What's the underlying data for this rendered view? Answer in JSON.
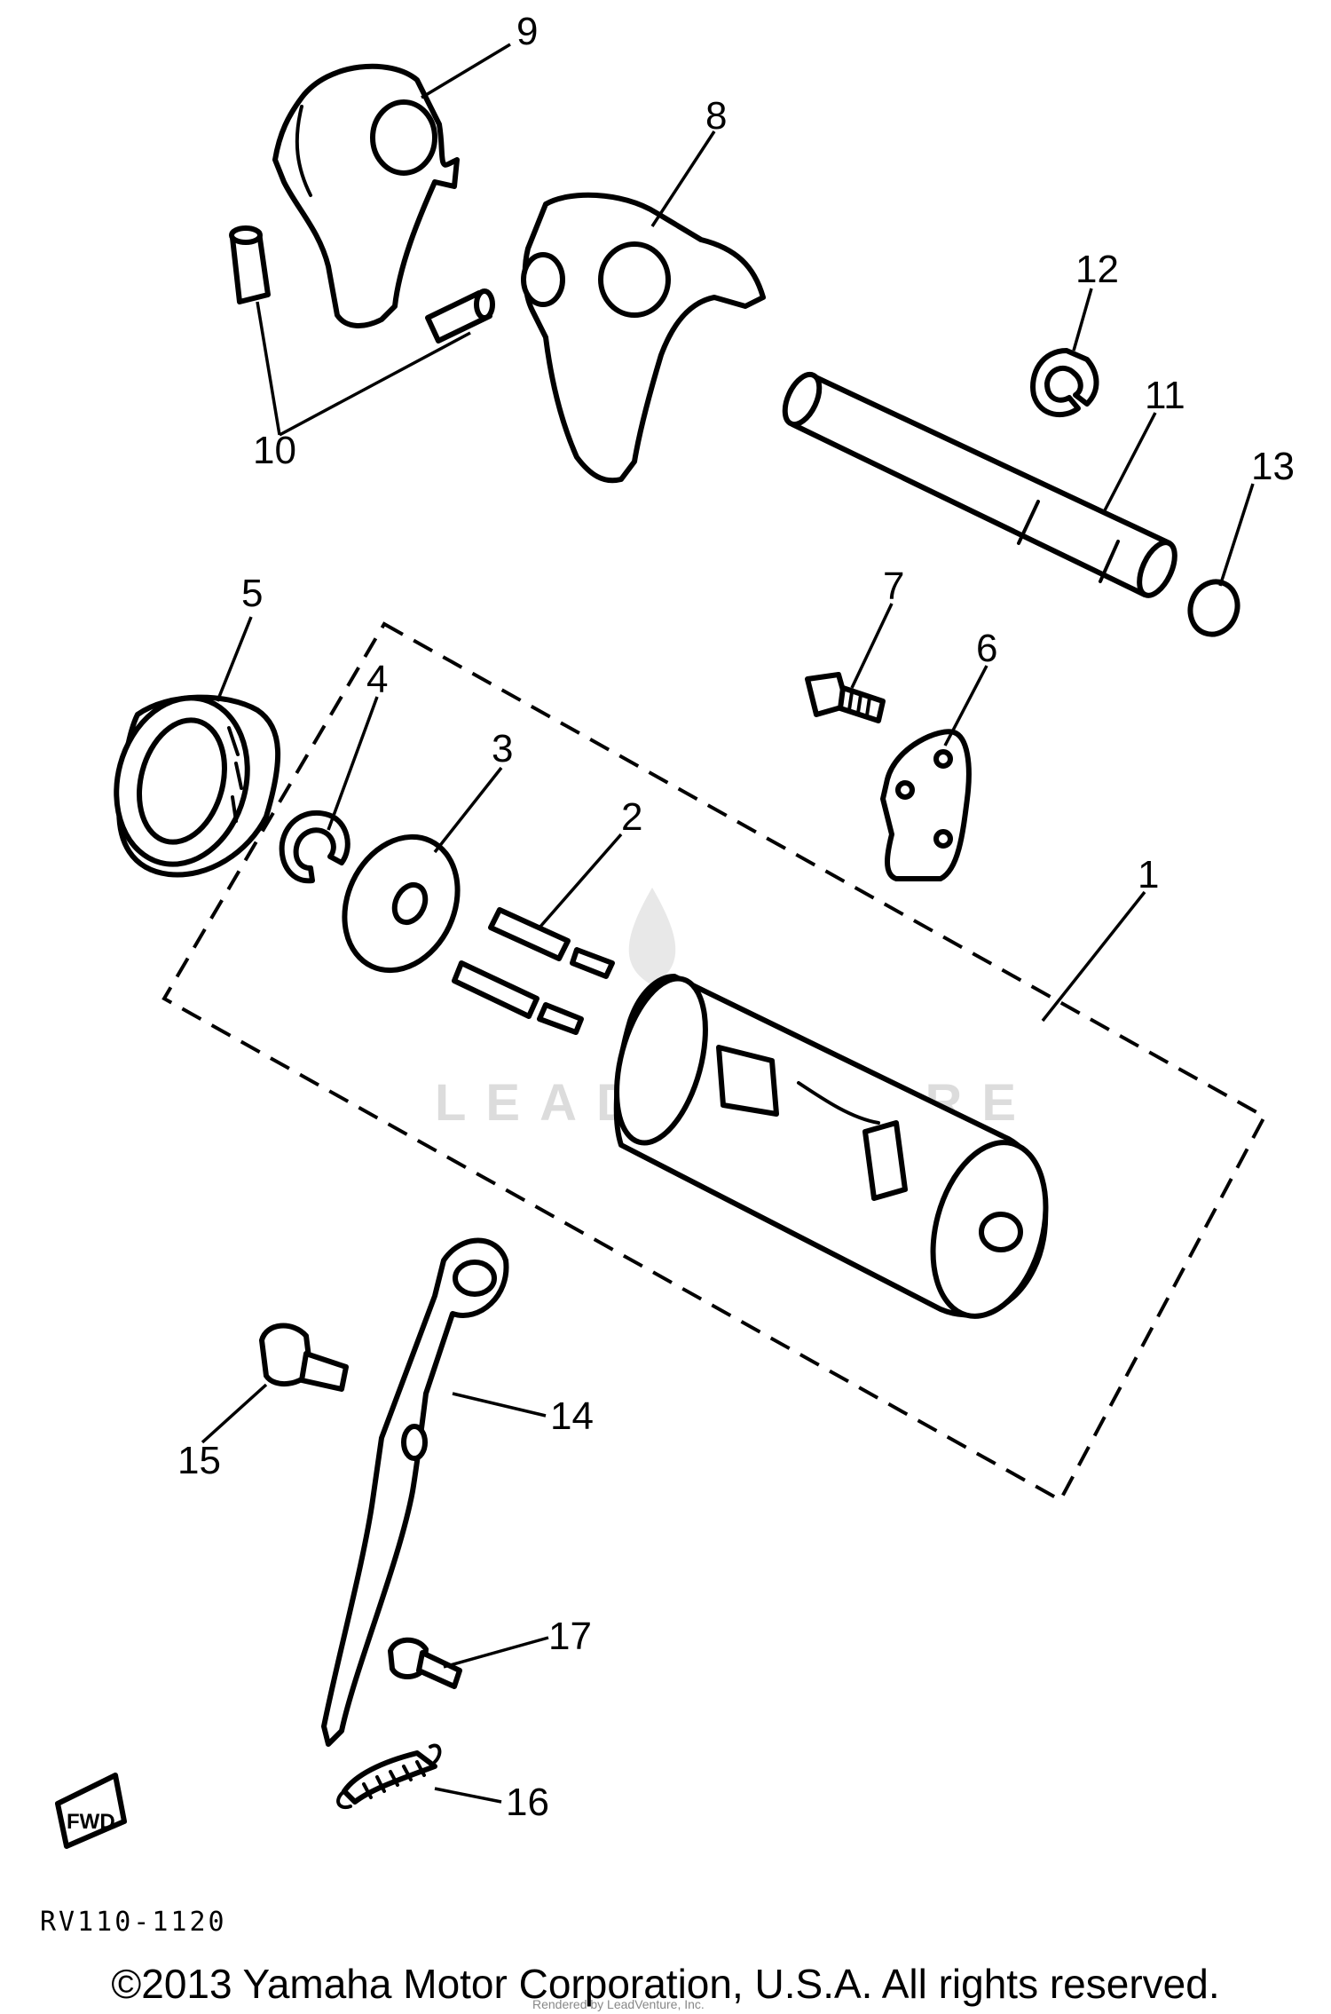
{
  "diagram": {
    "callouts": [
      "1",
      "2",
      "3",
      "4",
      "5",
      "6",
      "7",
      "8",
      "9",
      "10",
      "11",
      "12",
      "13",
      "14",
      "15",
      "16",
      "17"
    ],
    "fwd_label": "FWD",
    "drawing_code": "RV110-1120",
    "watermark": "LEADVENTURE",
    "copyright": "©2013 Yamaha Motor Corporation, U.S.A. All rights reserved.",
    "rendered_by": "Rendered by LeadVenture, Inc."
  }
}
